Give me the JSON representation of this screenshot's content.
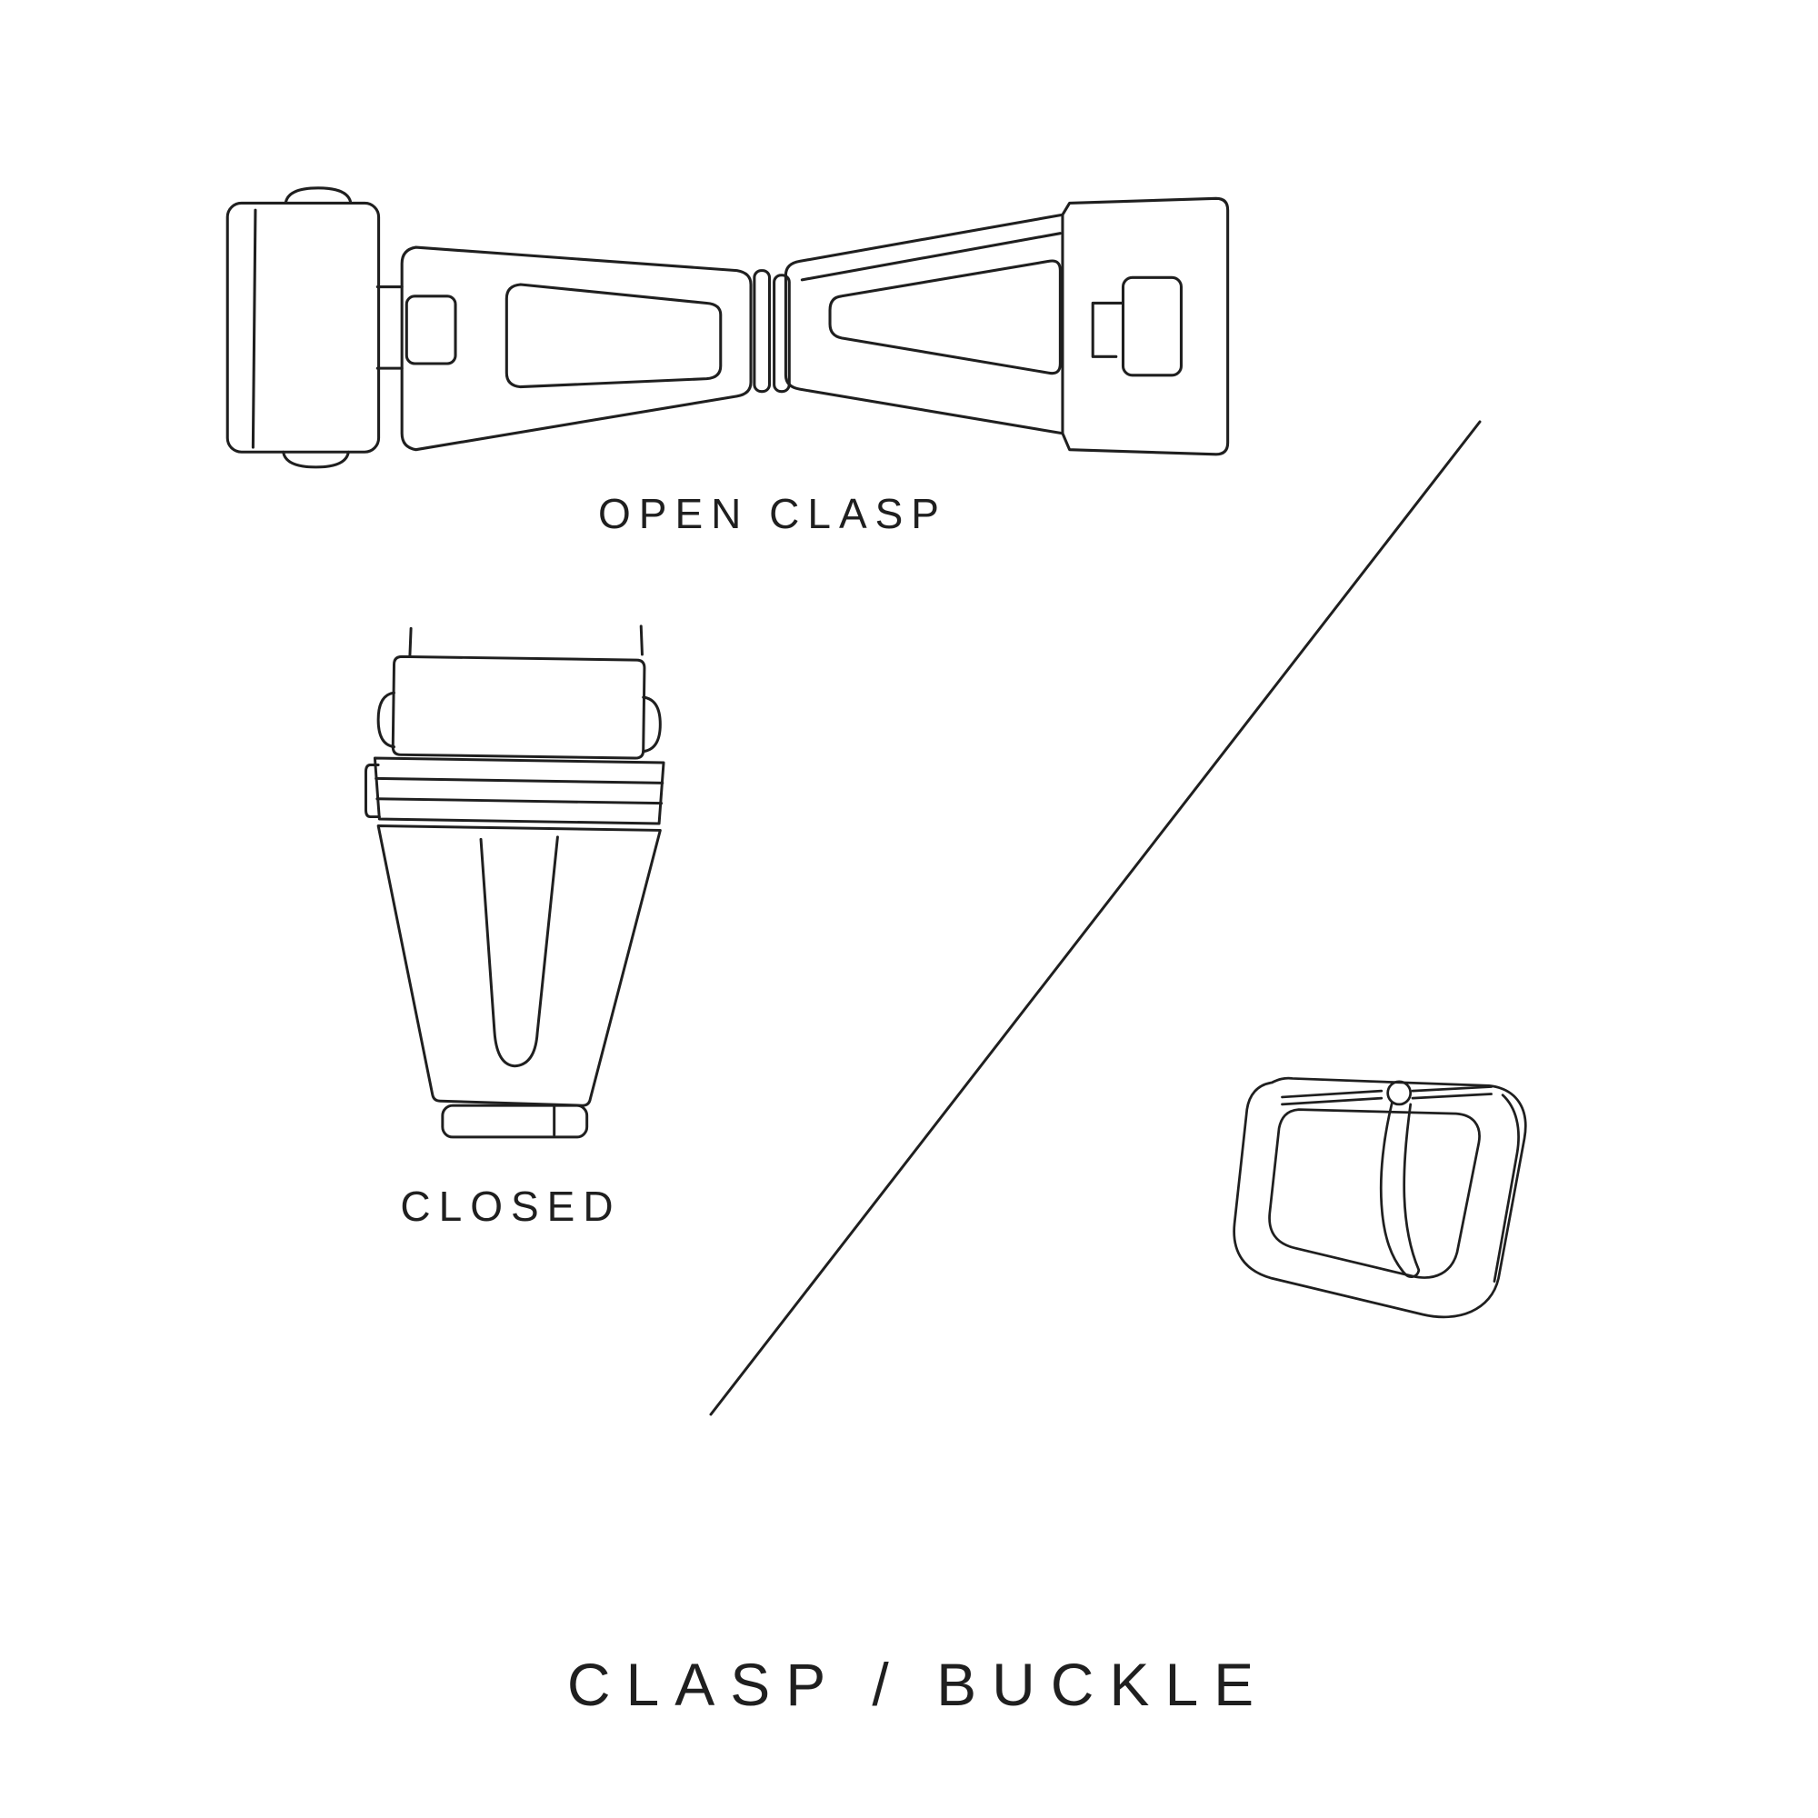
{
  "title": "CLASP / BUCKLE",
  "labels": {
    "open_clasp": "OPEN CLASP",
    "closed": "CLOSED"
  },
  "illustrations": [
    "open-clasp",
    "closed-clasp",
    "tang-buckle"
  ],
  "colors": {
    "line": "#1f1f1f",
    "text": "#1f1f1f",
    "background": "#ffffff"
  }
}
